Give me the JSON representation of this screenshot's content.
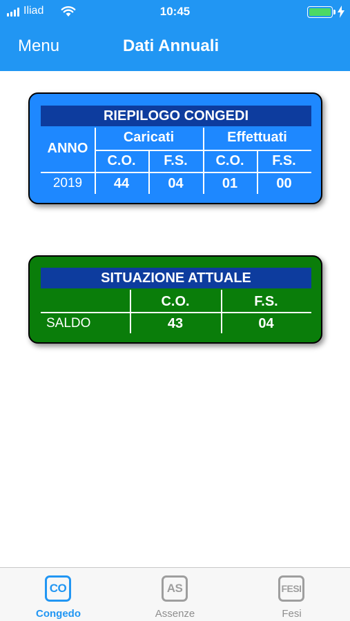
{
  "status_bar": {
    "carrier": "Iliad",
    "time": "10:45",
    "battery_color": "#4cd964"
  },
  "nav": {
    "menu_label": "Menu",
    "title": "Dati Annuali"
  },
  "riepilogo": {
    "title": "RIEPILOGO CONGEDI",
    "anno_label": "ANNO",
    "caricati_label": "Caricati",
    "effettuati_label": "Effettuati",
    "co_label": "C.O.",
    "fs_label": "F.S.",
    "row": {
      "anno": "2019",
      "caricati_co": "44",
      "caricati_fs": "04",
      "effettuati_co": "01",
      "effettuati_fs": "00"
    },
    "color": "#1e88ff"
  },
  "situazione": {
    "title": "SITUAZIONE ATTUALE",
    "co_label": "C.O.",
    "fs_label": "F.S.",
    "row": {
      "label": "SALDO",
      "co": "43",
      "fs": "04"
    },
    "color": "#0a7d0a"
  },
  "tabbar": {
    "accent": "#2196f3",
    "tabs": [
      {
        "icon_text": "CO",
        "label": "Congedo",
        "active": true
      },
      {
        "icon_text": "AS",
        "label": "Assenze",
        "active": false
      },
      {
        "icon_text": "FESI",
        "label": "Fesi",
        "active": false
      }
    ]
  }
}
